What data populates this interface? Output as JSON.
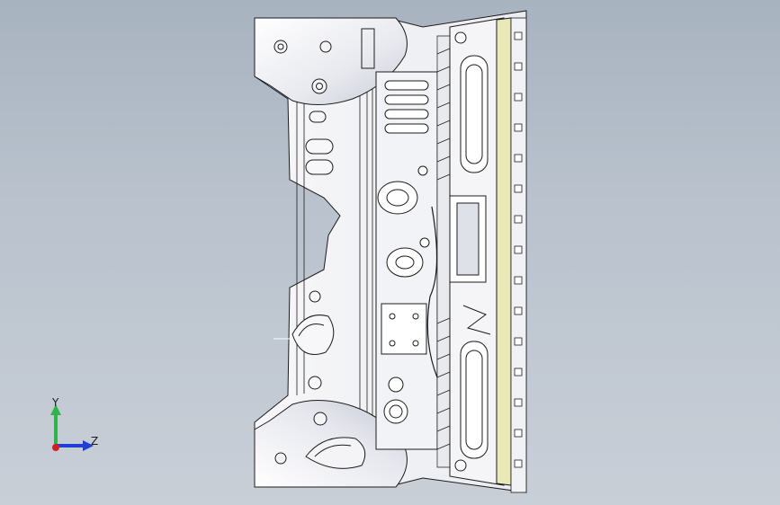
{
  "viewport": {
    "background_top": "#a8b3c0",
    "background_bottom": "#c9cfd7"
  },
  "model": {
    "part": "body-panel-assembly",
    "line_color": "#1c1c1c",
    "fill_color": "#f4f4f6",
    "accent_color": "#e9e8b8"
  },
  "triad": {
    "y_label": "Y",
    "z_label": "Z",
    "y_color": "#2fb34a",
    "z_color": "#1f3fd6",
    "x_color": "#d42020"
  }
}
